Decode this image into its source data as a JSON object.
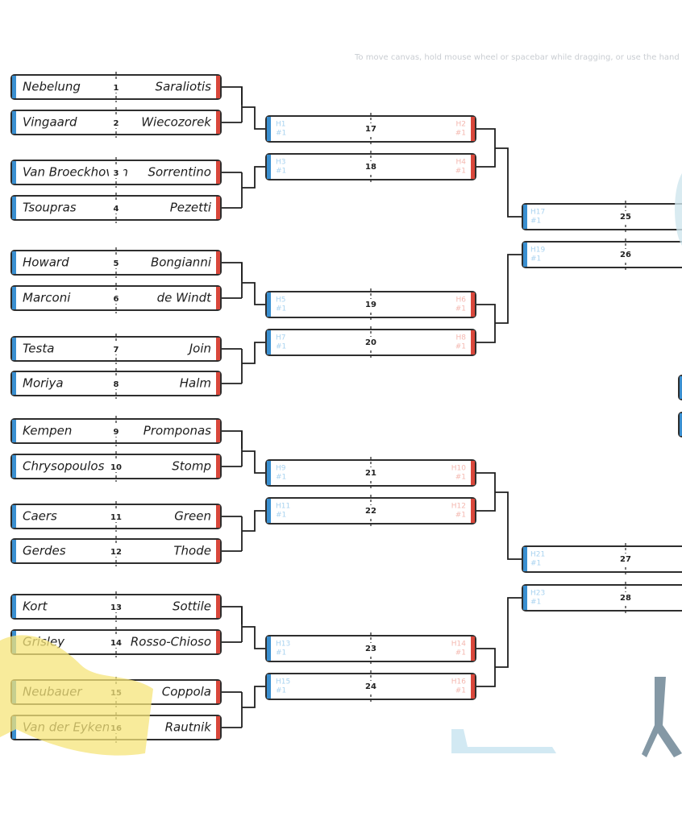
{
  "canvas": {
    "hint": "To move canvas, hold mouse wheel or spacebar while dragging, or use the hand tool"
  },
  "colors": {
    "left_accent": "#3a8fd0",
    "right_accent": "#d9473b",
    "box_stroke": "#2e2e2e",
    "line": "#1f1f1f",
    "left_placeholder": "#a9d3f0",
    "right_placeholder": "#f4b8b0"
  },
  "round1": [
    {
      "num": "1",
      "home": "Nebelung",
      "away": "Saraliotis"
    },
    {
      "num": "2",
      "home": "Vingaard",
      "away": "Wiecozorek"
    },
    {
      "num": "3",
      "home": "Van Broeckhoven",
      "away": "Sorrentino"
    },
    {
      "num": "4",
      "home": "Tsoupras",
      "away": "Pezetti"
    },
    {
      "num": "5",
      "home": "Howard",
      "away": "Bongianni"
    },
    {
      "num": "6",
      "home": "Marconi",
      "away": "de Windt"
    },
    {
      "num": "7",
      "home": "Testa",
      "away": "Join"
    },
    {
      "num": "8",
      "home": "Moriya",
      "away": "Halm"
    },
    {
      "num": "9",
      "home": "Kempen",
      "away": "Promponas"
    },
    {
      "num": "10",
      "home": "Chrysopoulos",
      "away": "Stomp"
    },
    {
      "num": "11",
      "home": "Caers",
      "away": "Green"
    },
    {
      "num": "12",
      "home": "Gerdes",
      "away": "Thode"
    },
    {
      "num": "13",
      "home": "Kort",
      "away": "Sottile"
    },
    {
      "num": "14",
      "home": "Grisley",
      "away": "Rosso-Chioso"
    },
    {
      "num": "15",
      "home": "Neubauer",
      "away": "Coppola"
    },
    {
      "num": "16",
      "home": "Van der Eyken",
      "away": "Rautnik"
    }
  ],
  "round2": [
    {
      "num": "17",
      "home": "H1",
      "away": "H2",
      "home_sub": "#1",
      "away_sub": "#1"
    },
    {
      "num": "18",
      "home": "H3",
      "away": "H4",
      "home_sub": "#1",
      "away_sub": "#1"
    },
    {
      "num": "19",
      "home": "H5",
      "away": "H6",
      "home_sub": "#1",
      "away_sub": "#1"
    },
    {
      "num": "20",
      "home": "H7",
      "away": "H8",
      "home_sub": "#1",
      "away_sub": "#1"
    },
    {
      "num": "21",
      "home": "H9",
      "away": "H10",
      "home_sub": "#1",
      "away_sub": "#1"
    },
    {
      "num": "22",
      "home": "H11",
      "away": "H12",
      "home_sub": "#1",
      "away_sub": "#1"
    },
    {
      "num": "23",
      "home": "H13",
      "away": "H14",
      "home_sub": "#1",
      "away_sub": "#1"
    },
    {
      "num": "24",
      "home": "H15",
      "away": "H16",
      "home_sub": "#1",
      "away_sub": "#1"
    }
  ],
  "round3": [
    {
      "num": "25",
      "home": "H17",
      "home_sub": "#1"
    },
    {
      "num": "26",
      "home": "H19",
      "home_sub": "#1"
    },
    {
      "num": "27",
      "home": "H21",
      "home_sub": "#1"
    },
    {
      "num": "28",
      "home": "H23",
      "home_sub": "#1"
    }
  ]
}
